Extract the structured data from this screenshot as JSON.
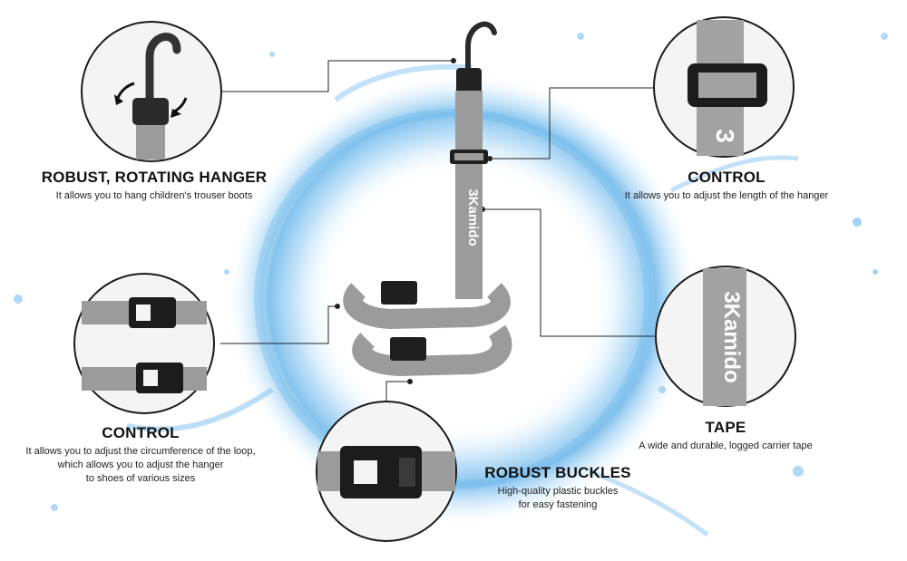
{
  "brand": "3Kamido",
  "colors": {
    "water": "#6fb9ec",
    "strap": "#9a9a9a",
    "buckle": "#1f1f1f"
  },
  "features": [
    {
      "title": "ROBUST, ROTATING HANGER",
      "desc": [
        "It allows you to hang children's trouser boots"
      ],
      "icon": "hook-icon"
    },
    {
      "title": "CONTROL",
      "desc": [
        "It allows you to adjust the length of the hanger"
      ],
      "icon": "slider-buckle-icon"
    },
    {
      "title": "CONTROL",
      "desc": [
        "It allows you to adjust the circumference of the loop,",
        "which allows you to adjust the hanger",
        "to shoes of various sizes"
      ],
      "icon": "side-buckle-icon"
    },
    {
      "title": "TAPE",
      "desc": [
        "A wide and durable, logged carrier tape"
      ],
      "icon": "logo-tape-icon"
    },
    {
      "title": "ROBUST BUCKLES",
      "desc": [
        "High-quality plastic buckles",
        "for easy fastening"
      ],
      "icon": "plastic-buckle-icon"
    }
  ]
}
